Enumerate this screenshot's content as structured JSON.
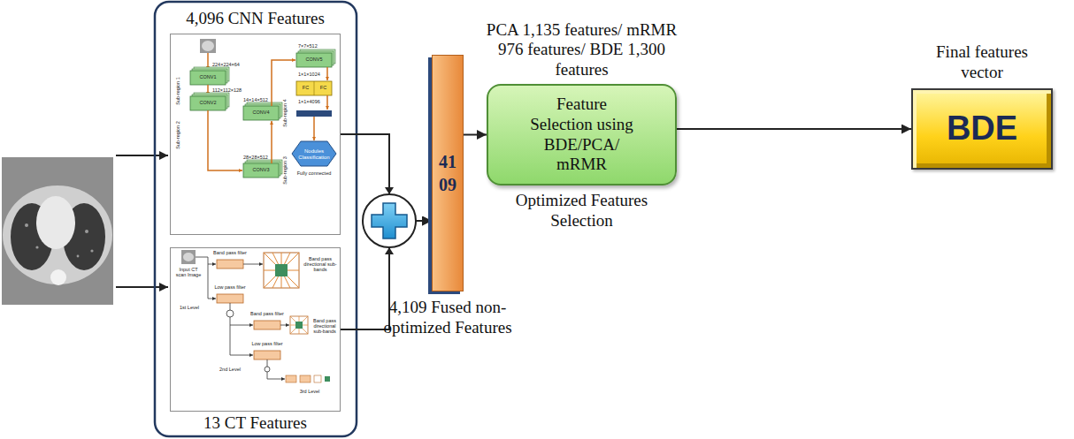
{
  "diagram": {
    "nodes": [
      {
        "text": [
          "4,096 CNN Features"
        ]
      },
      {
        "text": [
          "13 CT Features"
        ]
      },
      {
        "text": [
          "4109",
          "4,109 Fused non-optimized Features"
        ]
      },
      {
        "text": [
          "PCA 1,135 features/ mRMR 976 features/ BDE 1,300 features",
          "Feature Selection using BDE/PCA/ mRMR",
          "Optimized Features Selection"
        ]
      },
      {
        "text": [
          "Final features vector",
          "BDE"
        ]
      }
    ],
    "edges": [
      {
        "from": 0,
        "to": 2,
        "arrow": "to"
      },
      {
        "from": 1,
        "to": 2,
        "arrow": "to"
      },
      {
        "from": 2,
        "to": 3,
        "arrow": "to"
      },
      {
        "from": 3,
        "to": 4,
        "arrow": "to"
      }
    ],
    "labels": [
      "224×224×64",
      "CONV1",
      "Sub-region 1",
      "112×112×128",
      "CONV2",
      "Sub-region 2",
      "14×14×512",
      "CONV4",
      "Sub-region 4",
      "28×28×512",
      "CONV3",
      "Sub-region 3",
      "7×7×512",
      "CONV5",
      "1×1×1024",
      "FC",
      "FC",
      "1×1×4096",
      "Fully connected",
      "Nodules Classification",
      "Input CT scan Image",
      "Band pass filter",
      "Band pass directional sub-bands",
      "Low pass filter",
      "1st Level",
      "Band pass filter",
      "Band pass directional sub-bands",
      "Low pass filter",
      "2nd Level",
      "3rd Level"
    ]
  }
}
